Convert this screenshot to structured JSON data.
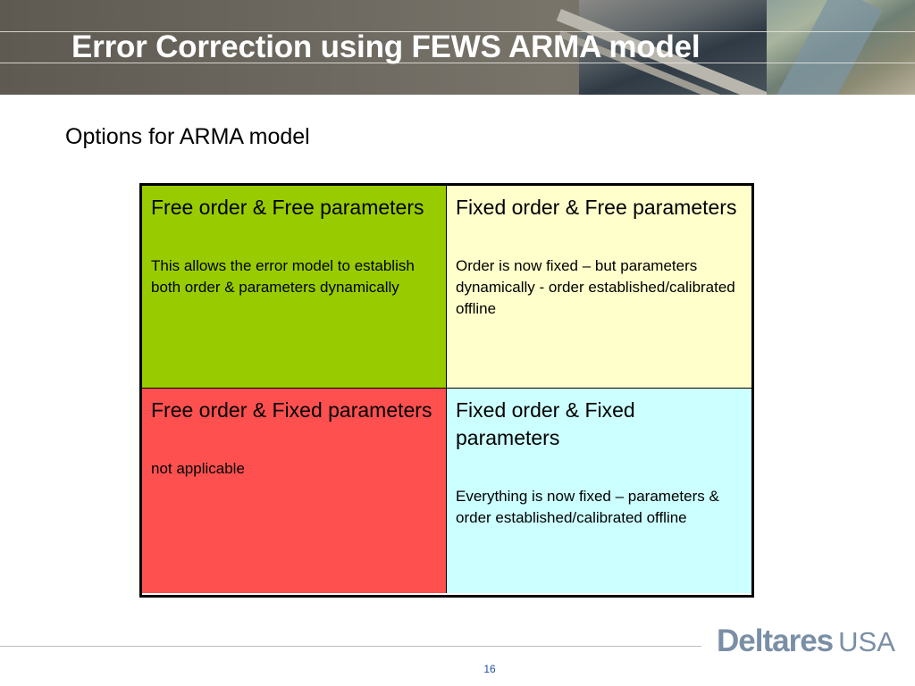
{
  "header": {
    "title": "Error Correction using FEWS ARMA model"
  },
  "content": {
    "subtitle": "Options for ARMA model",
    "options": [
      {
        "heading": "Free order & Free parameters",
        "description": "This allows the error model to establish both order & parameters dynamically",
        "color": "#99cc00"
      },
      {
        "heading": "Fixed order & Free parameters",
        "description": "Order is now fixed – but parameters dynamically -  order established/calibrated offline",
        "color": "#ffffcc"
      },
      {
        "heading": "Free order & Fixed parameters",
        "description": "not applicable",
        "color": "#ff5050"
      },
      {
        "heading": "Fixed order & Fixed parameters",
        "description": "Everything is now fixed – parameters & order established/calibrated offline",
        "color": "#ccffff"
      }
    ]
  },
  "footer": {
    "page_number": "16",
    "logo": {
      "brand": "Deltares",
      "suffix": "USA",
      "color": "#7a8fa6"
    }
  }
}
